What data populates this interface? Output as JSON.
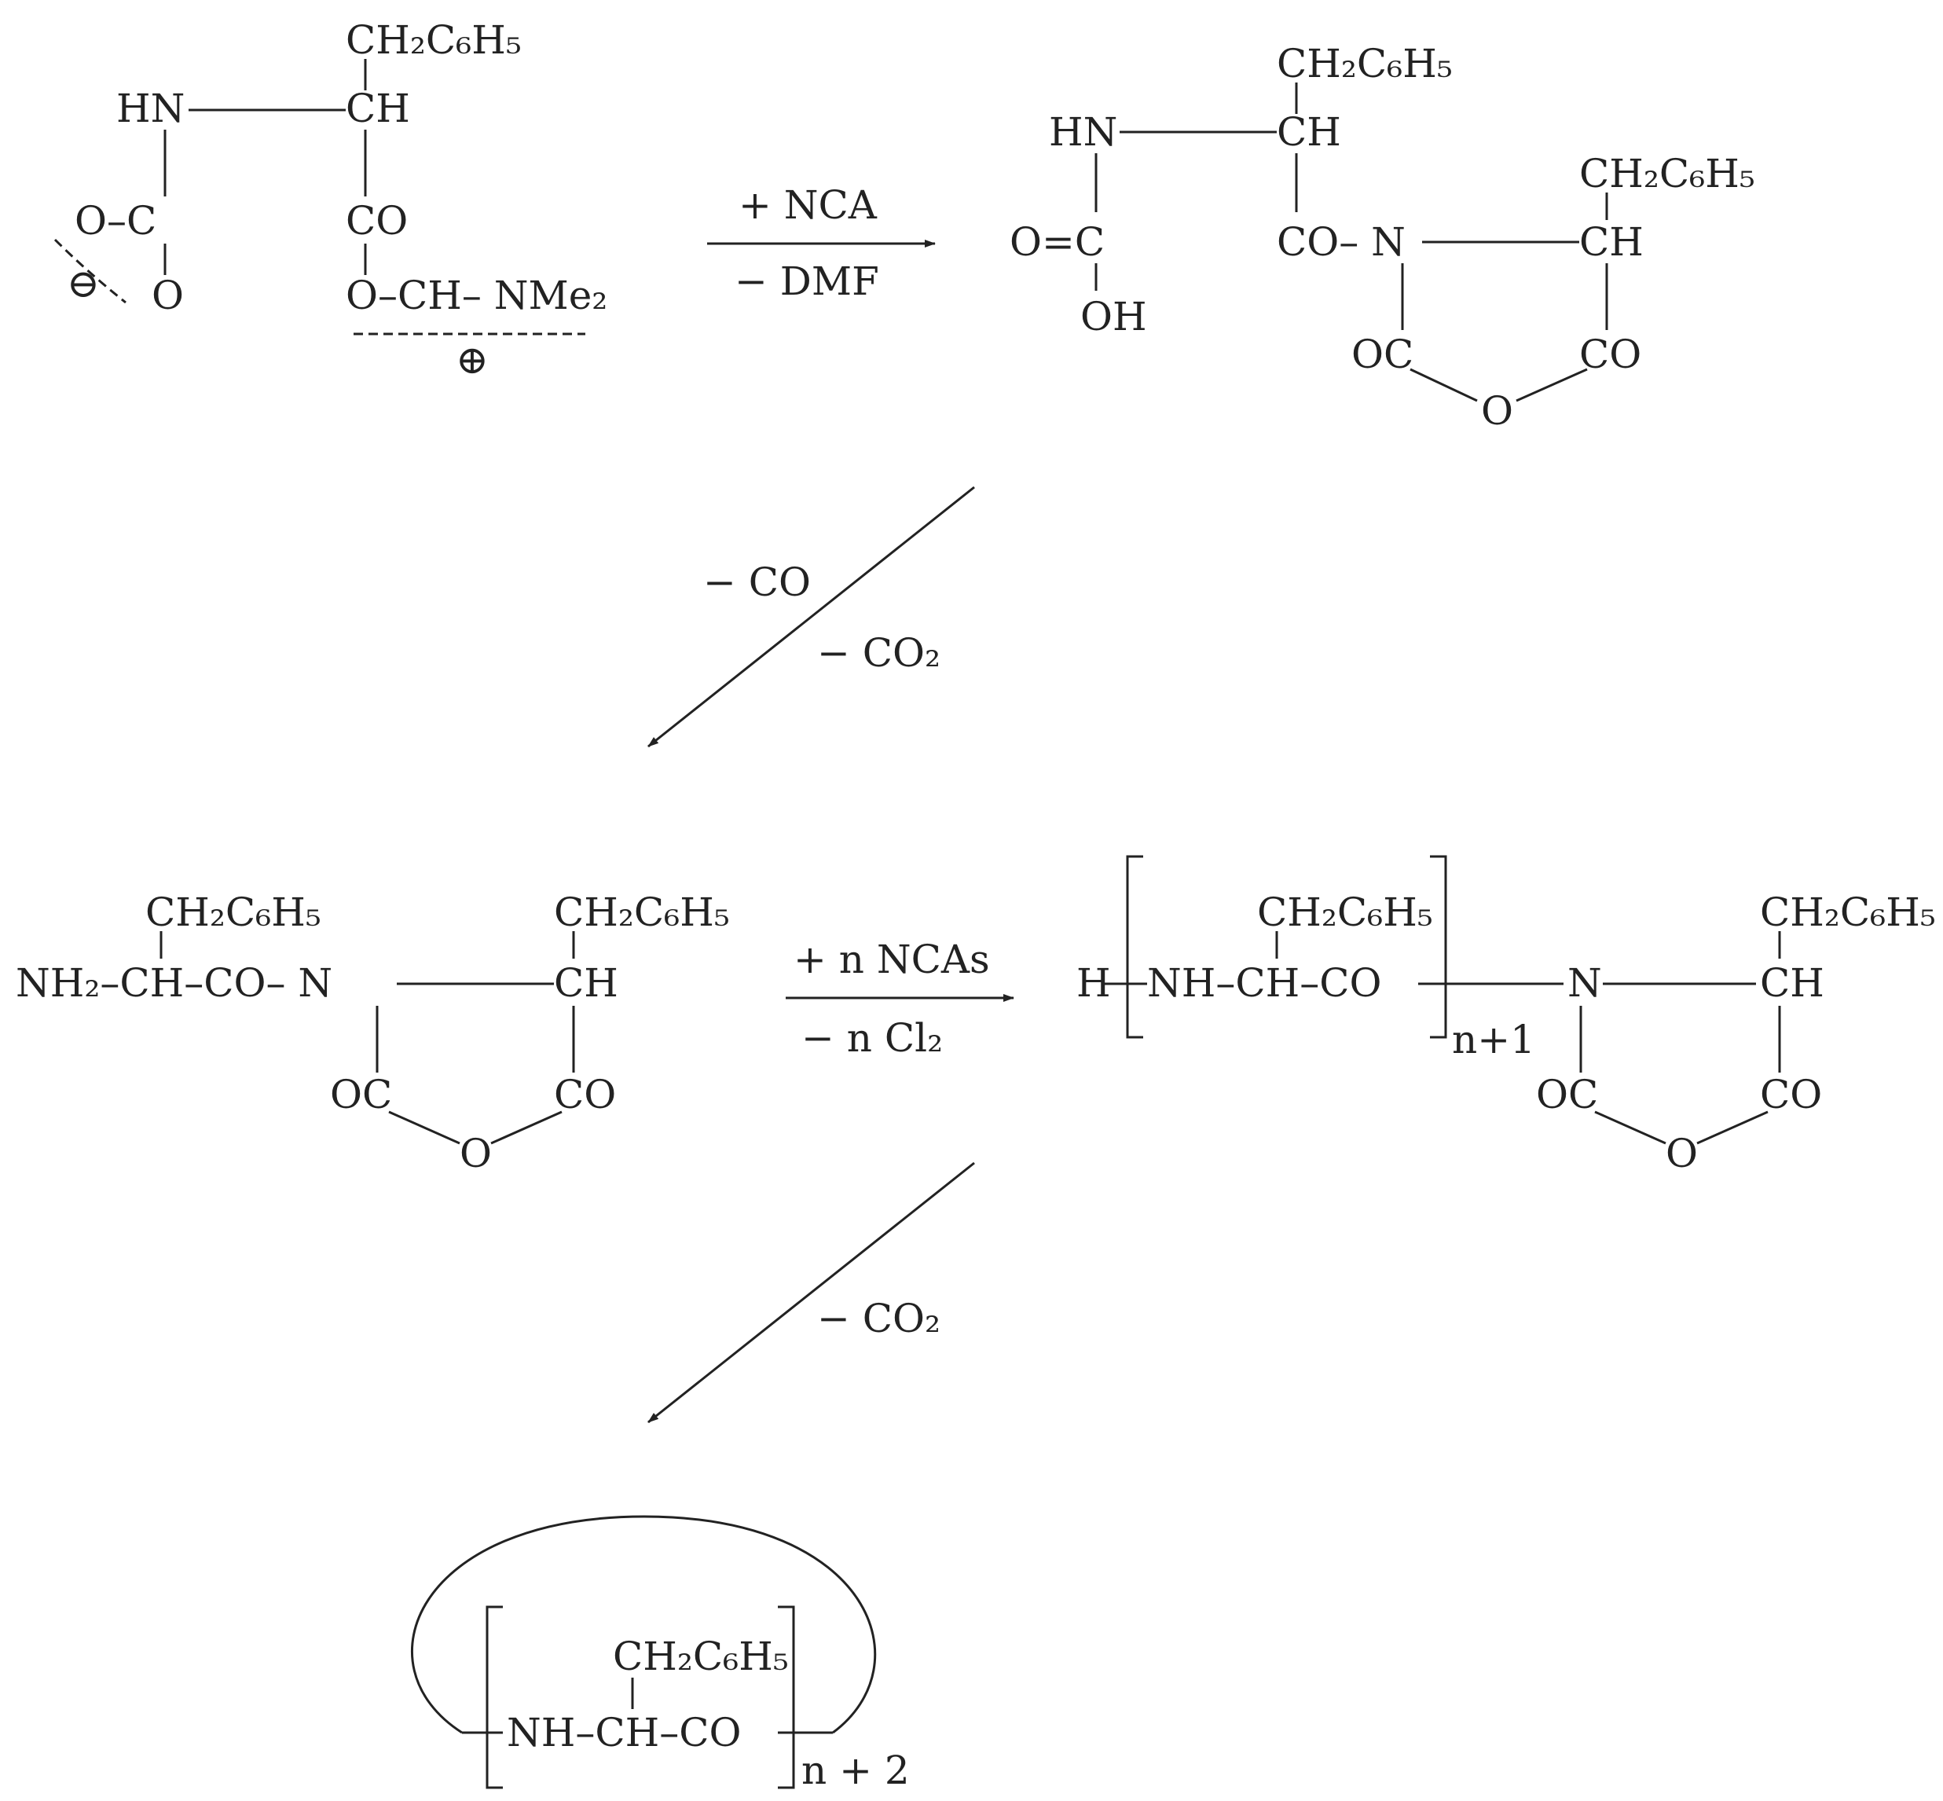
{
  "structure_1": {
    "ch2c6h5": "CH₂C₆H₅",
    "hn": "HN",
    "ch": "CH",
    "o_c": "O–C",
    "o_bottom": "O",
    "co": "CO",
    "o_ch_nme2": "O–CH– NMe₂",
    "minus": "⊖",
    "plus": "⊕"
  },
  "arrow_1": {
    "above": "+ NCA",
    "below": "− DMF"
  },
  "structure_2": {
    "ch2c6h5_a": "CH₂C₆H₅",
    "hn": "HN",
    "ch_a": "CH",
    "ch2c6h5_b": "CH₂C₆H₅",
    "o_eq_c": "O=C",
    "co_n": "CO– N",
    "ch_b": "CH",
    "oh": "OH",
    "oc": "OC",
    "co_ring": "CO",
    "o_ring": "O"
  },
  "arrow_2": {
    "label_1": "− CO",
    "label_2": "− CO₂"
  },
  "structure_3": {
    "ch2c6h5_a": "CH₂C₆H₅",
    "ch2c6h5_b": "CH₂C₆H₅",
    "chain": "NH₂–CH–CO– N",
    "ch": "CH",
    "oc": "OC",
    "co_ring": "CO",
    "o_ring": "O"
  },
  "arrow_3": {
    "above": "+ n NCAs",
    "below": "− n Cl₂"
  },
  "structure_4": {
    "h": "H",
    "repeat": "NH–CH–CO",
    "ch2c6h5_a": "CH₂C₆H₅",
    "subscript": "n+1",
    "n": "N",
    "ch2c6h5_b": "CH₂C₆H₅",
    "ch": "CH",
    "oc": "OC",
    "co_ring": "CO",
    "o_ring": "O"
  },
  "arrow_4": {
    "label": "− CO₂"
  },
  "structure_5": {
    "ch2c6h5": "CH₂C₆H₅",
    "repeat": "NH–CH–CO",
    "subscript": "n + 2"
  }
}
